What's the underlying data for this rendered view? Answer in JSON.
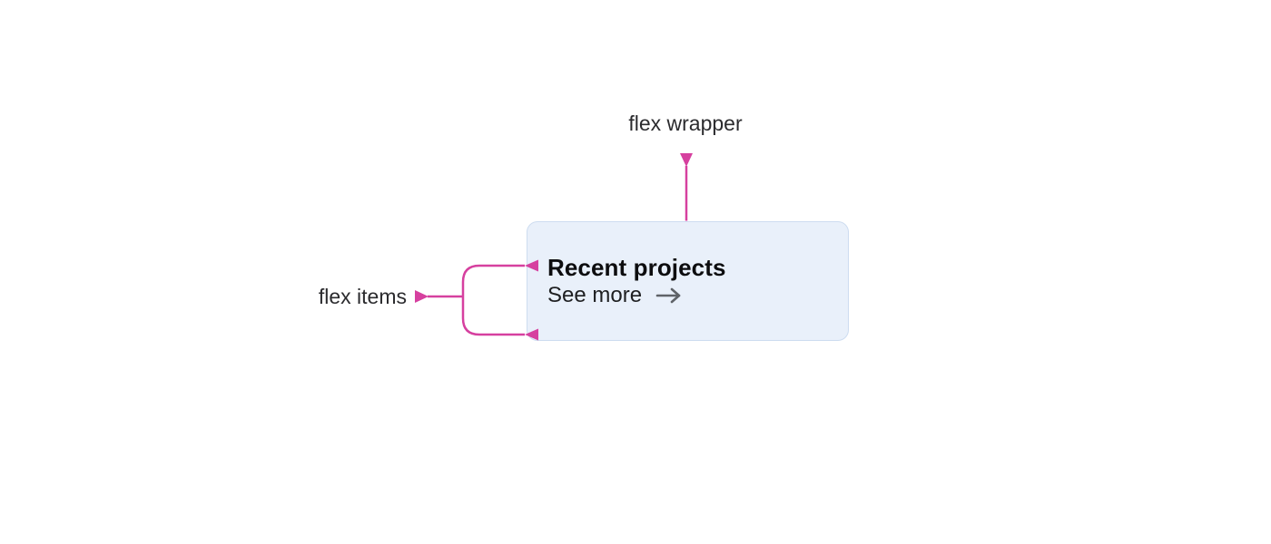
{
  "colors": {
    "accent_pink": "#d6409f",
    "card_bg": "#e9f0fa",
    "card_border": "#cddcf0",
    "title_text": "#0d0d0f",
    "body_text": "#1e1f21",
    "label_text": "#2b2b2e",
    "arrow_gray": "#5f6368",
    "page_bg": "#ffffff"
  },
  "annotations": {
    "wrapper_label": "flex wrapper",
    "items_label": "flex items"
  },
  "card": {
    "title": "Recent projects",
    "link_label": "See more",
    "link_icon": "right-arrow-icon"
  }
}
